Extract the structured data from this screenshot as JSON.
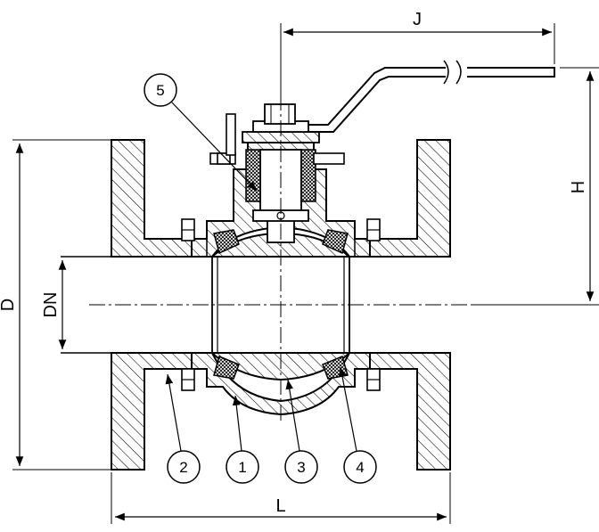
{
  "dimensions": {
    "J": "J",
    "H": "H",
    "D": "D",
    "DN": "DN",
    "L": "L"
  },
  "callouts": [
    {
      "id": "1",
      "label": "1"
    },
    {
      "id": "2",
      "label": "2"
    },
    {
      "id": "3",
      "label": "3"
    },
    {
      "id": "4",
      "label": "4"
    },
    {
      "id": "5",
      "label": "5"
    }
  ],
  "colors": {
    "line": "#000000",
    "background": "#ffffff",
    "packing": "#777777"
  }
}
